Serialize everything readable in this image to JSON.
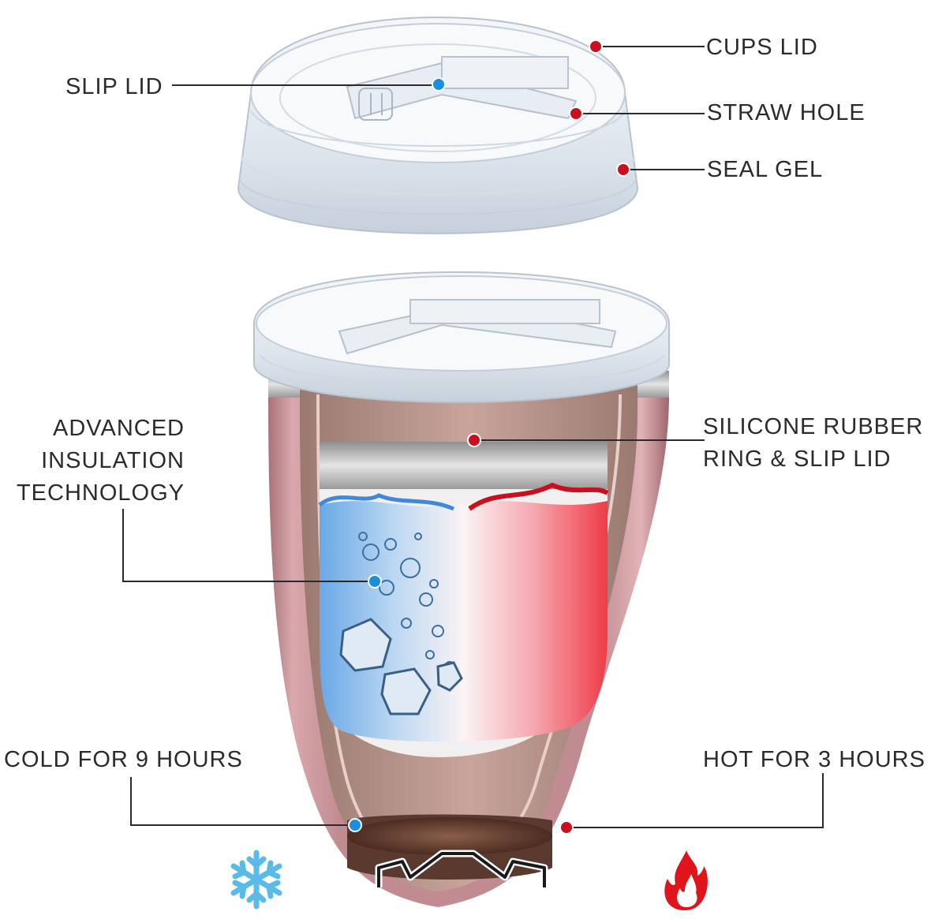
{
  "callouts": {
    "cups_lid": "CUPS LID",
    "slip_lid": "SLIP LID",
    "straw_hole": "STRAW HOLE",
    "seal_gel": "SEAL GEL",
    "advanced_insulation": [
      "ADVANCED",
      "INSULATION",
      "TECHNOLOGY"
    ],
    "silicone_ring": [
      "SILICONE RUBBER",
      "RING & SLIP LID"
    ],
    "cold_for": "COLD FOR 9 HOURS",
    "hot_for": "HOT FOR 3 HOURS"
  },
  "icons": {
    "cold": "snowflake-icon",
    "hot": "flame-icon"
  },
  "colors": {
    "marker_red": "#c8101e",
    "marker_blue": "#1a8fe0",
    "tumbler_rose": "#c9959b",
    "cold_blue": "#6fb0e8",
    "hot_red": "#ee3d4a",
    "snowflake": "#5bbbe8",
    "flame": "#e0151b"
  }
}
